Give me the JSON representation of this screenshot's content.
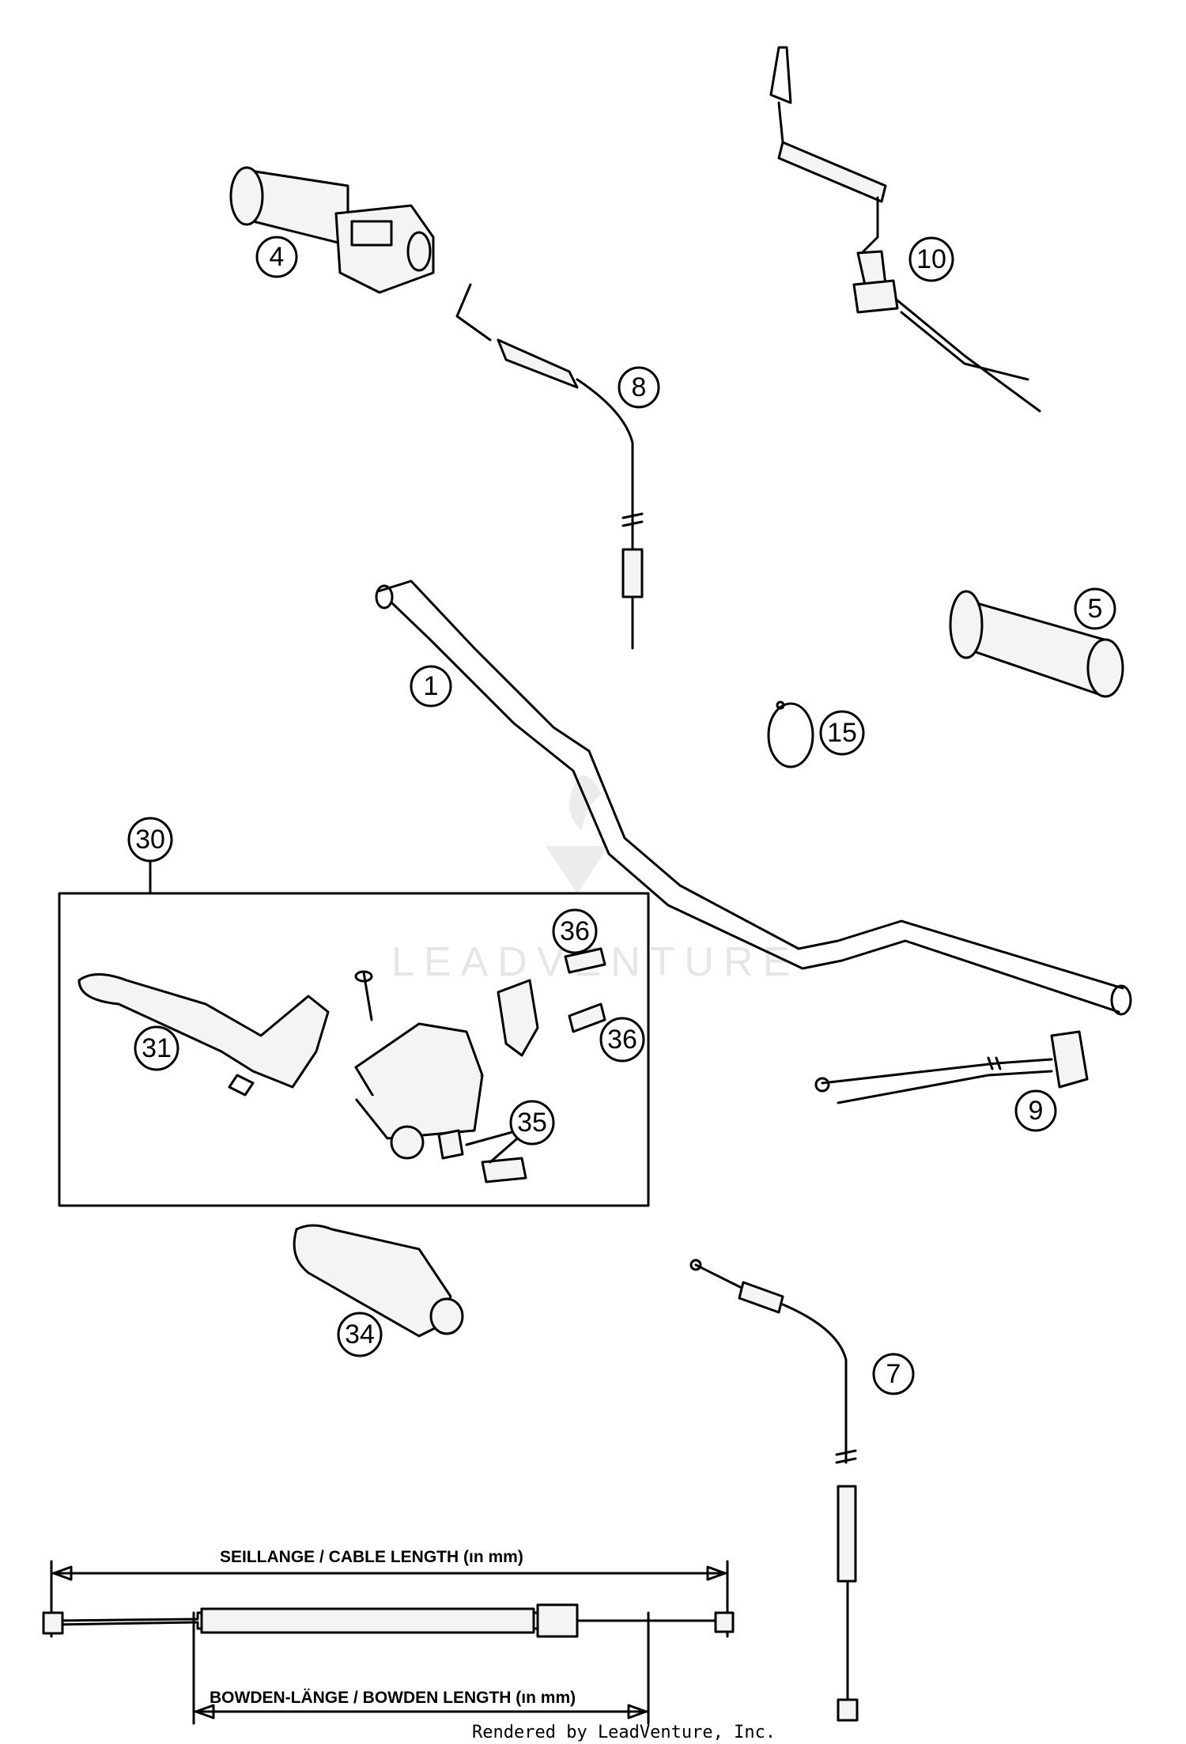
{
  "watermark": "LEADVENTURE",
  "footer": "Rendered by LeadVenture, Inc.",
  "dimensions": {
    "cable_length_label": "SEILLANGE / CABLE LENGTH   (ın mm)",
    "bowden_length_label": "BOWDEN-LÄNGE / BOWDEN LENGTH   (ın mm)"
  },
  "callouts": [
    {
      "number": "1"
    },
    {
      "number": "4"
    },
    {
      "number": "5"
    },
    {
      "number": "7"
    },
    {
      "number": "8"
    },
    {
      "number": "9"
    },
    {
      "number": "10"
    },
    {
      "number": "15"
    },
    {
      "number": "30"
    },
    {
      "number": "31"
    },
    {
      "number": "34"
    },
    {
      "number": "35"
    },
    {
      "number": "36"
    },
    {
      "number": "36"
    }
  ]
}
